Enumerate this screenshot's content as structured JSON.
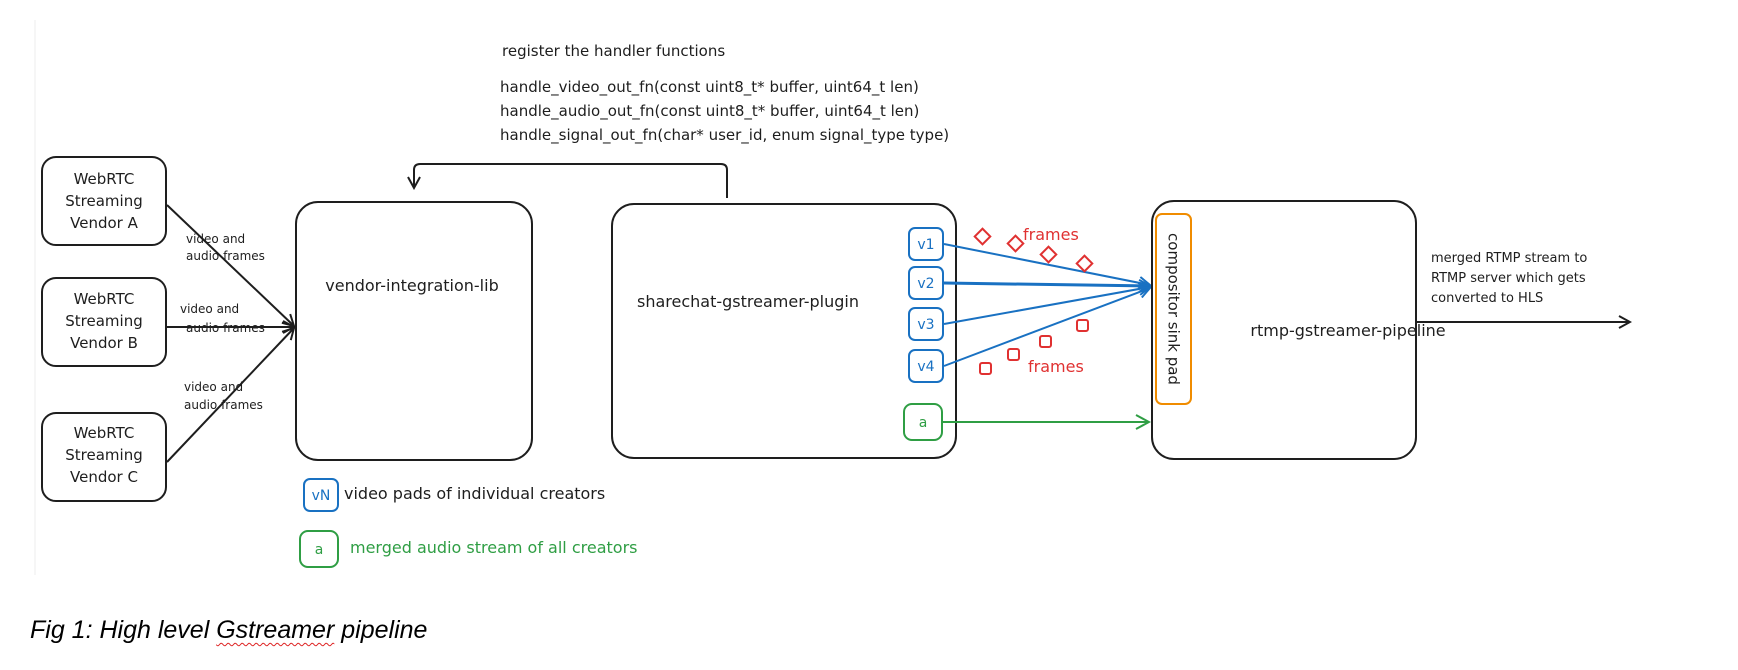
{
  "register": {
    "title": "register the handler functions",
    "lines": [
      "handle_video_out_fn(const uint8_t* buffer, uint64_t len)",
      "handle_audio_out_fn(const uint8_t* buffer, uint64_t len)",
      "handle_signal_out_fn(char* user_id, enum signal_type type)"
    ]
  },
  "vendors": [
    {
      "lines": [
        "WebRTC",
        "Streaming",
        "Vendor A"
      ]
    },
    {
      "lines": [
        "WebRTC",
        "Streaming",
        "Vendor B"
      ]
    },
    {
      "lines": [
        "WebRTC",
        "Streaming",
        "Vendor C"
      ]
    }
  ],
  "vendor_edges": [
    {
      "lines": [
        "video and",
        "audio frames"
      ]
    },
    {
      "lines": [
        "video and",
        "audio frames"
      ]
    },
    {
      "lines": [
        "video and",
        "audio frames"
      ]
    }
  ],
  "nodes": {
    "vendor_lib": "vendor-integration-lib",
    "plugin": "sharechat-gstreamer-plugin",
    "pipeline": "rtmp-gstreamer-pipeline",
    "sink_pad": "compositor sink pad"
  },
  "pads": [
    "v1",
    "v2",
    "v3",
    "v4",
    "a"
  ],
  "frames_labels": [
    "frames",
    "frames"
  ],
  "output": {
    "lines": [
      "merged RTMP stream to",
      "RTMP server which gets",
      "converted to HLS"
    ]
  },
  "legend": [
    {
      "key": "vN",
      "text": "video pads of individual creators"
    },
    {
      "key": "a",
      "text": "merged audio stream of all creators"
    }
  ],
  "caption": {
    "prefix": "Fig 1: High level ",
    "highlight": "Gstreamer",
    "suffix": " pipeline"
  },
  "colors": {
    "ink": "#1e1e1e",
    "video": "#1971c2",
    "audio": "#2f9e44",
    "frames": "#e03131",
    "sink": "#f08c00"
  }
}
